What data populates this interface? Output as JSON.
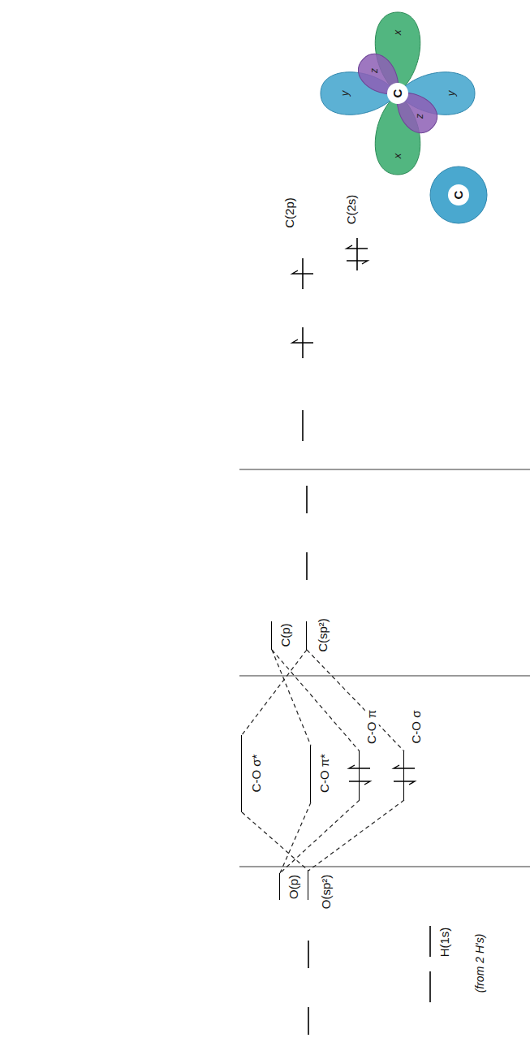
{
  "diagram": {
    "nodes": [
      {
        "text": [
          "C(p)"
        ]
      },
      {
        "text": [
          "C(sp²)"
        ]
      },
      {
        "text": [
          "C-O σ*"
        ]
      },
      {
        "text": [
          "C-O π*"
        ]
      },
      {
        "text": [
          "C-O π"
        ]
      },
      {
        "text": [
          "C-O σ"
        ]
      },
      {
        "text": [
          "O(p)"
        ]
      },
      {
        "text": [
          "O(sp²)"
        ]
      }
    ],
    "edges": [
      {
        "from": 0,
        "to": 3,
        "arrow": "none"
      },
      {
        "from": 0,
        "to": 4,
        "arrow": "none"
      },
      {
        "from": 1,
        "to": 2,
        "arrow": "none"
      },
      {
        "from": 1,
        "to": 5,
        "arrow": "none"
      },
      {
        "from": 3,
        "to": 6,
        "arrow": "none"
      },
      {
        "from": 4,
        "to": 6,
        "arrow": "none"
      },
      {
        "from": 2,
        "to": 7,
        "arrow": "none"
      },
      {
        "from": 5,
        "to": 7,
        "arrow": "none"
      }
    ],
    "labels": [
      "x",
      "x",
      "y",
      "y",
      "z",
      "z",
      "C",
      "C",
      "C(2p)",
      "C(2s)",
      "H(1s)",
      "(from 2 H's)"
    ]
  }
}
